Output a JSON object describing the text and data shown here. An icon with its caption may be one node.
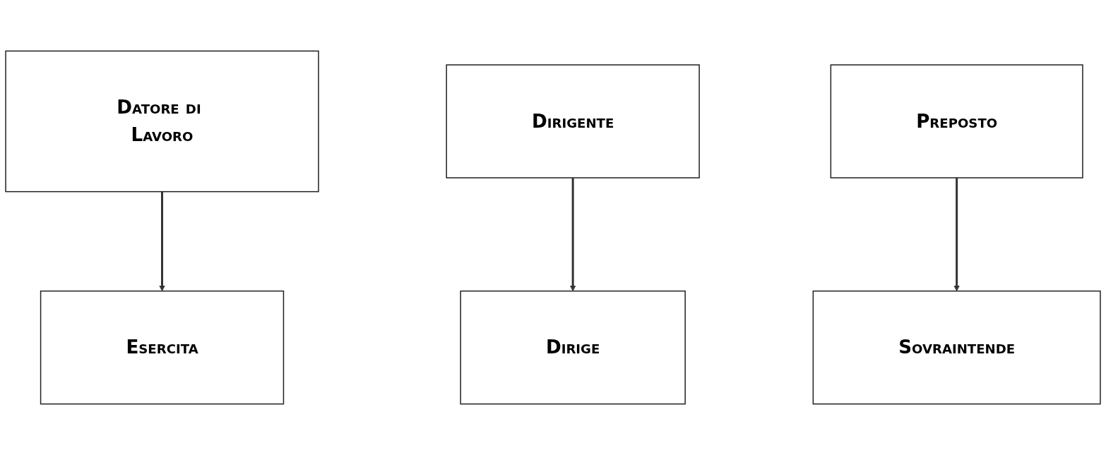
{
  "diagram": {
    "nodes": [
      {
        "text": [
          "Datore di Lavoro"
        ]
      },
      {
        "text": [
          "Dirigente"
        ]
      },
      {
        "text": [
          "Preposto"
        ]
      },
      {
        "text": [
          "Esercita"
        ]
      },
      {
        "text": [
          "Dirige"
        ]
      },
      {
        "text": [
          "Sovraintende"
        ]
      }
    ],
    "edges": [
      {
        "from": 0,
        "to": 3,
        "arrow": "to"
      },
      {
        "from": 1,
        "to": 4,
        "arrow": "to"
      },
      {
        "from": 2,
        "to": 5,
        "arrow": "to"
      }
    ]
  }
}
